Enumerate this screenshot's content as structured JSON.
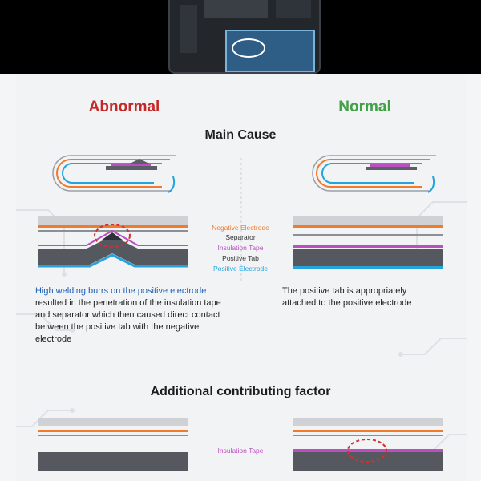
{
  "headings": {
    "abnormal": "Abnormal",
    "normal": "Normal"
  },
  "sections": {
    "main_cause": "Main Cause",
    "additional": "Additional contributing factor"
  },
  "layer_labels": {
    "negative_electrode": "Negative Electrode",
    "separator": "Separator",
    "insulation_tape": "Insulation Tape",
    "positive_tab": "Positive Tab",
    "positive_electrode": "Positive Electrode",
    "insulation_tape_2": "Insulation Tape"
  },
  "descriptions": {
    "abnormal_highlight": "High welding burrs on the positive electrode",
    "abnormal_rest": " resulted in the penetration of the insulation tape and separator which then caused direct contact between the positive tab with the negative electrode",
    "normal": "The positive tab is appropriately attached to the positive electrode"
  },
  "colors": {
    "abnormal": "#c62828",
    "normal": "#43a047",
    "negative_electrode": "#f07b2a",
    "insulation_tape": "#b94fc0",
    "positive_electrode": "#25a3dc",
    "highlight_circle": "#d32f2f"
  }
}
